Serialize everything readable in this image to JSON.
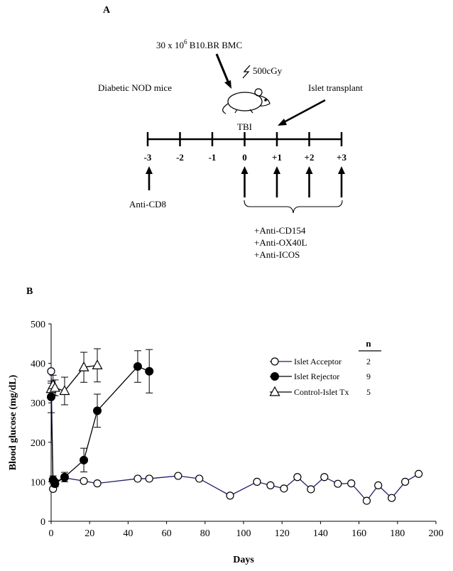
{
  "panel_a": {
    "label": "A",
    "bmc_prefix": "30 x 10",
    "bmc_sup": "6",
    "bmc_suffix": " B10.BR BMC",
    "dose": "500cGy",
    "mice_label": "Diabetic NOD mice",
    "islet_label": "Islet transplant",
    "tbi_label": "TBI",
    "timeline_days": [
      "-3",
      "-2",
      "-1",
      "0",
      "+1",
      "+2",
      "+3"
    ],
    "anti_cd8": "Anti-CD8",
    "treatments": [
      "+Anti-CD154",
      "+Anti-OX40L",
      "+Anti-ICOS"
    ]
  },
  "chart_data": {
    "type": "line",
    "panel_label": "B",
    "xlabel": "Days",
    "ylabel": "Blood glucose (mg/dL)",
    "xlim": [
      0,
      200
    ],
    "ylim": [
      0,
      500
    ],
    "xticks": [
      0,
      20,
      40,
      60,
      80,
      100,
      120,
      140,
      160,
      180,
      200
    ],
    "yticks": [
      0,
      100,
      200,
      300,
      400,
      500
    ],
    "grid": false,
    "legend_position": "right",
    "legend_n_header": "n",
    "series": [
      {
        "name": "Islet Acceptor",
        "marker": "circle-open",
        "n": "2",
        "color": "#1f1f6b",
        "x": [
          0,
          1,
          2,
          7,
          17,
          24,
          45,
          51,
          66,
          77,
          93,
          107,
          114,
          121,
          128,
          135,
          142,
          149,
          156,
          164,
          170,
          177,
          184,
          191
        ],
        "y": [
          380,
          82,
          100,
          110,
          102,
          96,
          108,
          108,
          115,
          108,
          65,
          100,
          91,
          83,
          112,
          81,
          112,
          95,
          96,
          52,
          91,
          59,
          100,
          120
        ],
        "err": []
      },
      {
        "name": "Islet Rejector",
        "marker": "circle-filled",
        "n": "9",
        "color": "#000000",
        "x": [
          0,
          1,
          2,
          7,
          17,
          24,
          45,
          51
        ],
        "y": [
          315,
          105,
          95,
          112,
          155,
          280,
          392,
          380
        ],
        "err": [
          40,
          10,
          8,
          12,
          30,
          42,
          40,
          55
        ]
      },
      {
        "name": "Control-Islet Tx",
        "marker": "triangle-open",
        "n": "5",
        "color": "#000000",
        "x": [
          0,
          1,
          2,
          7,
          17,
          24
        ],
        "y": [
          335,
          345,
          338,
          330,
          390,
          395
        ],
        "err": [
          15,
          25,
          20,
          35,
          38,
          42
        ]
      }
    ]
  }
}
